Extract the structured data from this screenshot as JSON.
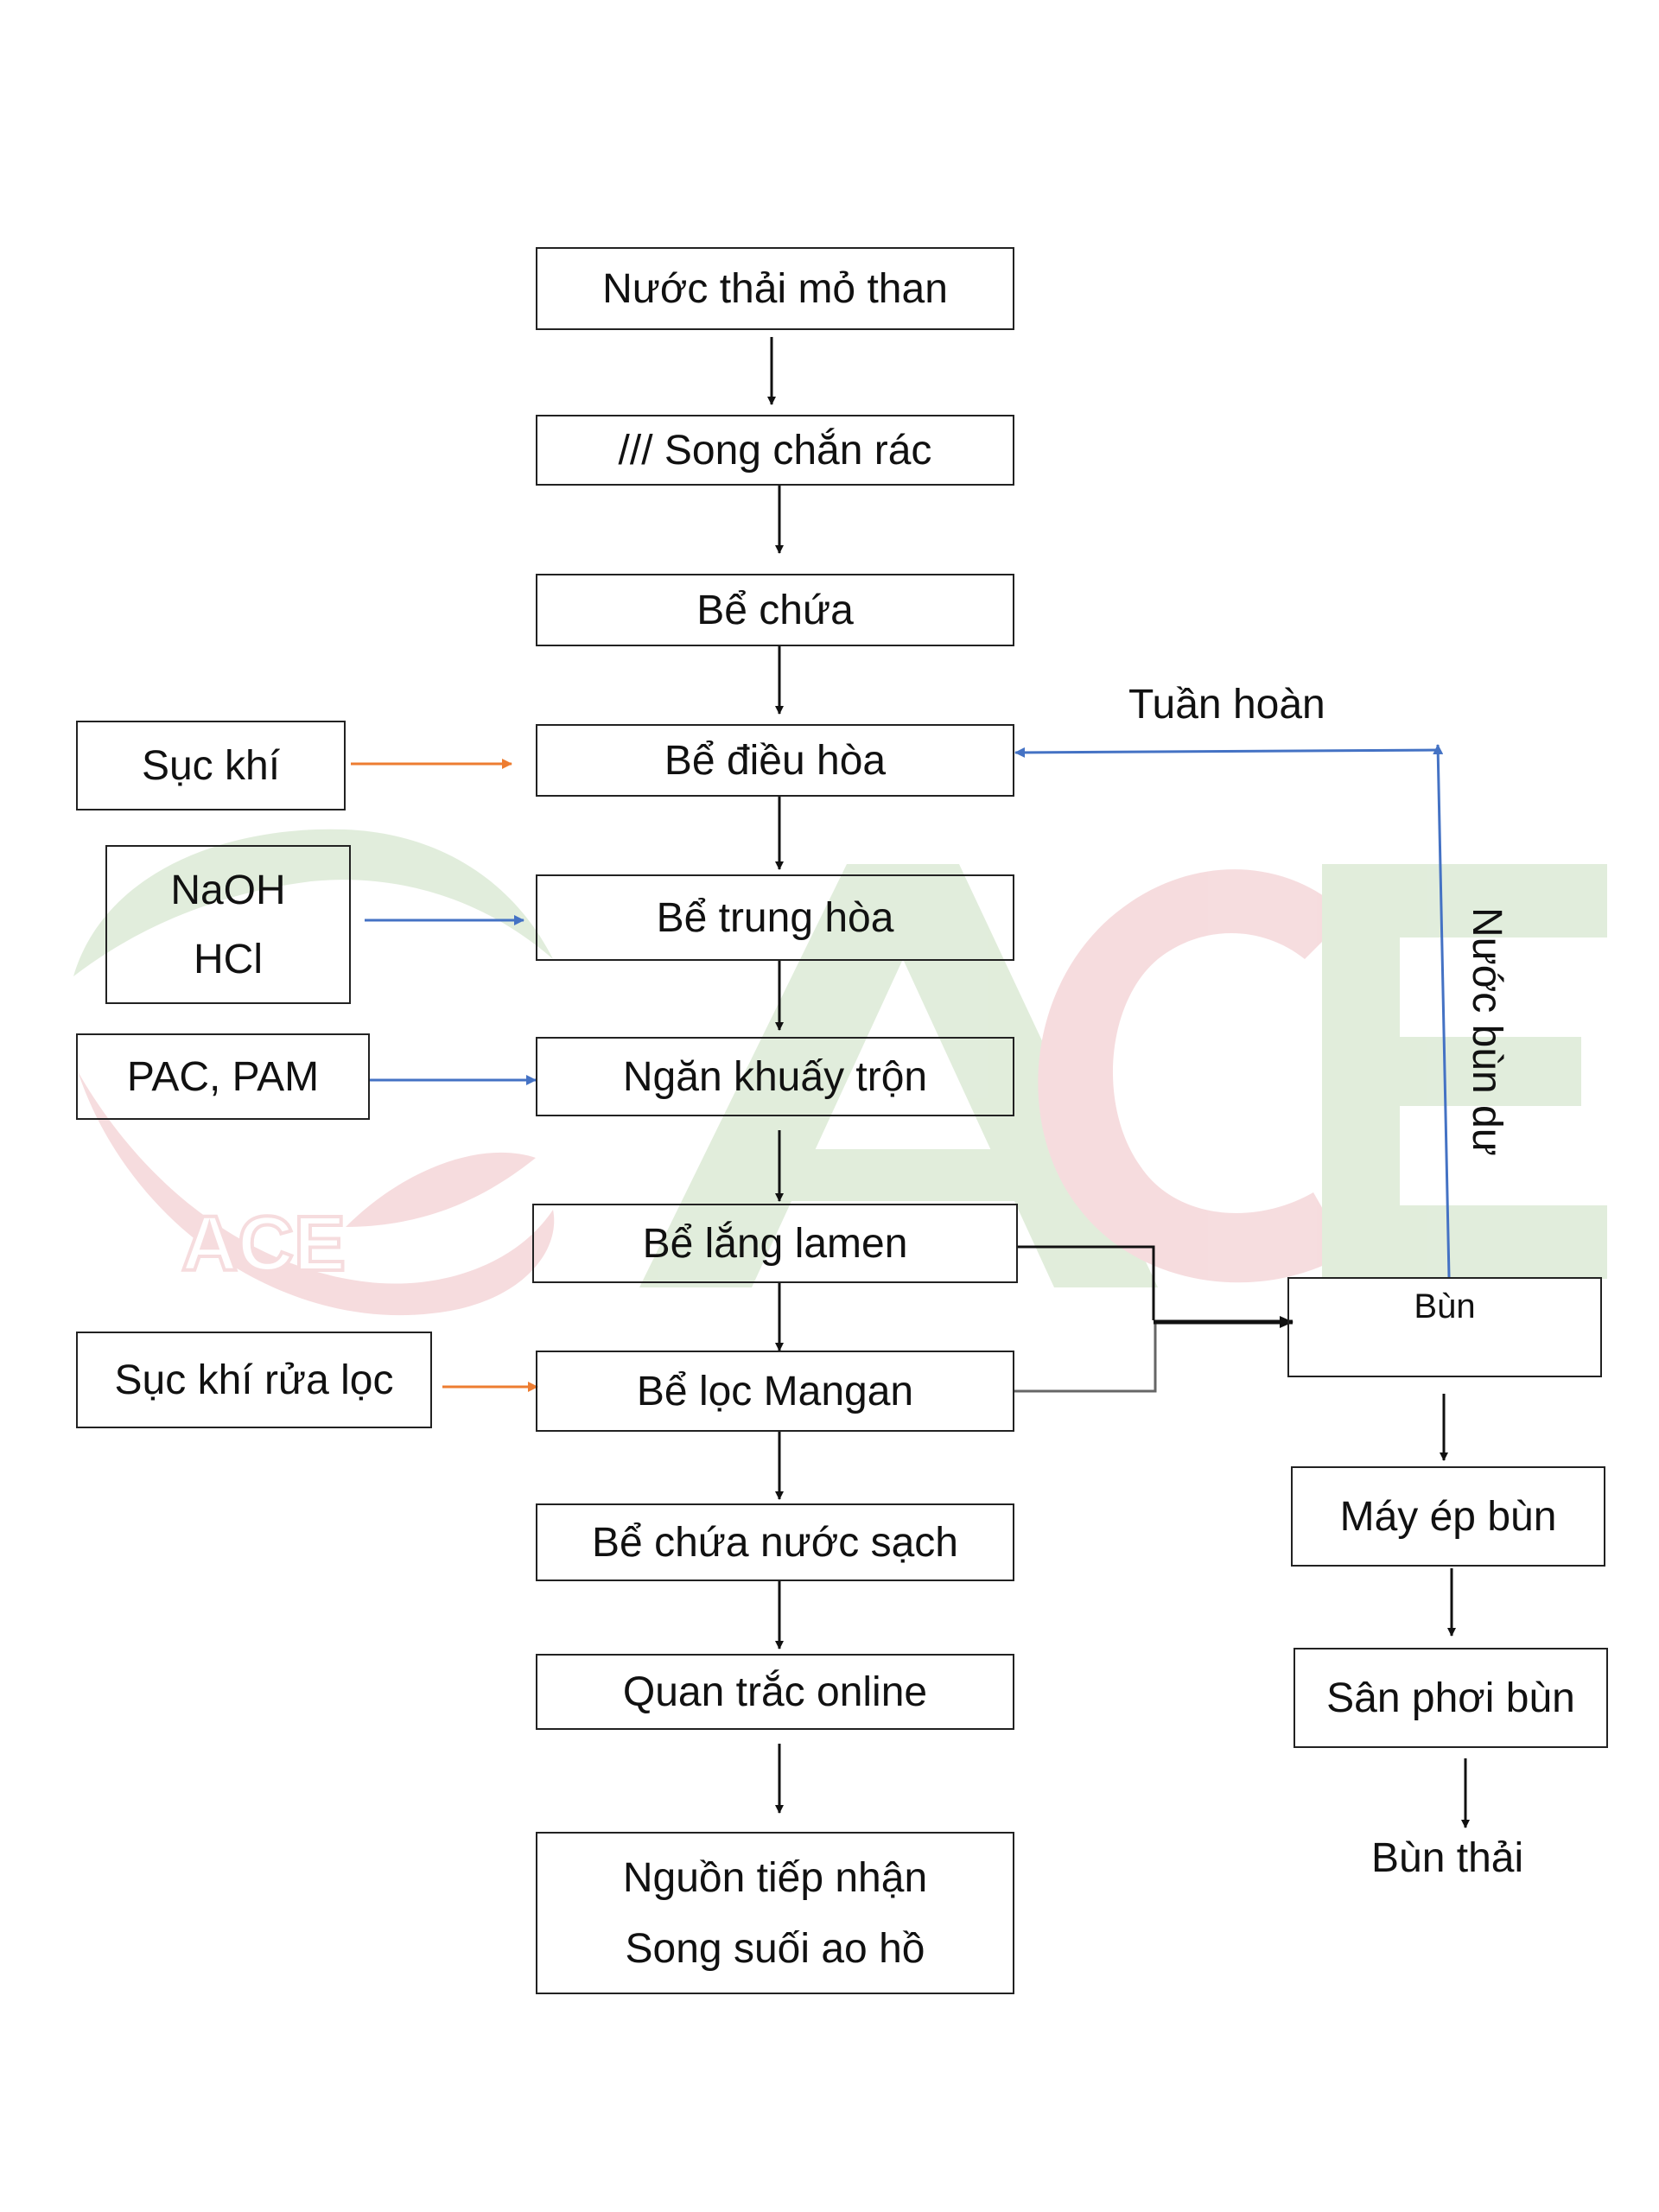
{
  "colors": {
    "black_arrow": "#111111",
    "blue_arrow": "#4472c4",
    "orange_arrow": "#ed7d31",
    "wm_green": "#c9dfbf",
    "wm_red": "#efc1c4"
  },
  "watermark": {
    "logo_text": "ACE",
    "big_text": "ACE"
  },
  "main_flow": {
    "n1": "Nước thải mỏ than",
    "n2": "/// Song chắn rác",
    "n3": "Bể chứa",
    "n4": "Bể điều hòa",
    "n5": "Bể trung hòa",
    "n6": "Ngăn khuấy trộn",
    "n7": "Bể lắng lamen",
    "n8": "Bể lọc Mangan",
    "n9": "Bể chứa nước sạch",
    "n10": "Quan trắc online",
    "n11_line1": "Nguồn tiếp nhận",
    "n11_line2": "Song suối ao hồ"
  },
  "inputs": {
    "aeration": "Sục khí",
    "naoh": "NaOH",
    "hcl": "HCl",
    "pac_pam": "PAC, PAM",
    "backwash": "Sục khí rửa lọc"
  },
  "sludge": {
    "bun": "Bùn",
    "press": "Máy ép bùn",
    "drying": "Sân phơi bùn",
    "waste": "Bùn thải",
    "recycle": "Tuần hoàn",
    "excess_water": "Nước bùn dư"
  }
}
